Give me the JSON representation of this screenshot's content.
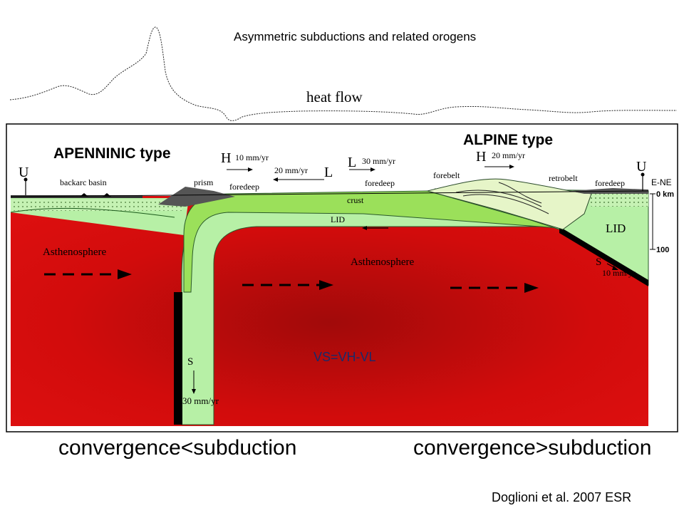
{
  "title": "Asymmetric subductions and related orogens",
  "heat_flow_label": "heat flow",
  "apenninic_type": "APENNINIC type",
  "alpine_type": "ALPINE type",
  "labels": {
    "u_left": "U",
    "u_right": "U",
    "backarc_basin": "backarc basin",
    "prism": "prism",
    "foredeep_left": "foredeep",
    "foredeep_mid": "foredeep",
    "foredeep_right": "foredeep",
    "h_left": "H",
    "h_left_rate": "10 mm/yr",
    "l_left": "L",
    "l_left_rate": "20 mm/yr",
    "l_mid": "L",
    "l_mid_rate": "30 mm/yr",
    "h_right": "H",
    "h_right_rate": "20 mm/yr",
    "forebelt": "forebelt",
    "retrobelt": "retrobelt",
    "crust": "crust",
    "lid_mid": "LID",
    "lid_right": "LID",
    "asthenosphere_left": "Asthenosphere",
    "asthenosphere_mid": "Asthenosphere",
    "s_left": "S",
    "s_left_rate": "30 mm/yr",
    "s_right": "S",
    "s_right_rate": "10 mm/yr",
    "vs_equation": "VS=VH-VL",
    "direction": "E-NE",
    "depth_top": "0 km",
    "depth_bottom": "100"
  },
  "convergence_left": "convergence<subduction",
  "convergence_right": "convergence>subduction",
  "credit": "Doglioni et al. 2007 ESR",
  "colors": {
    "asthenosphere": "#d40d0d",
    "lid": "#b7f0a6",
    "crust": "#9be05a",
    "slab": "#000000",
    "sediment": "#555555"
  }
}
